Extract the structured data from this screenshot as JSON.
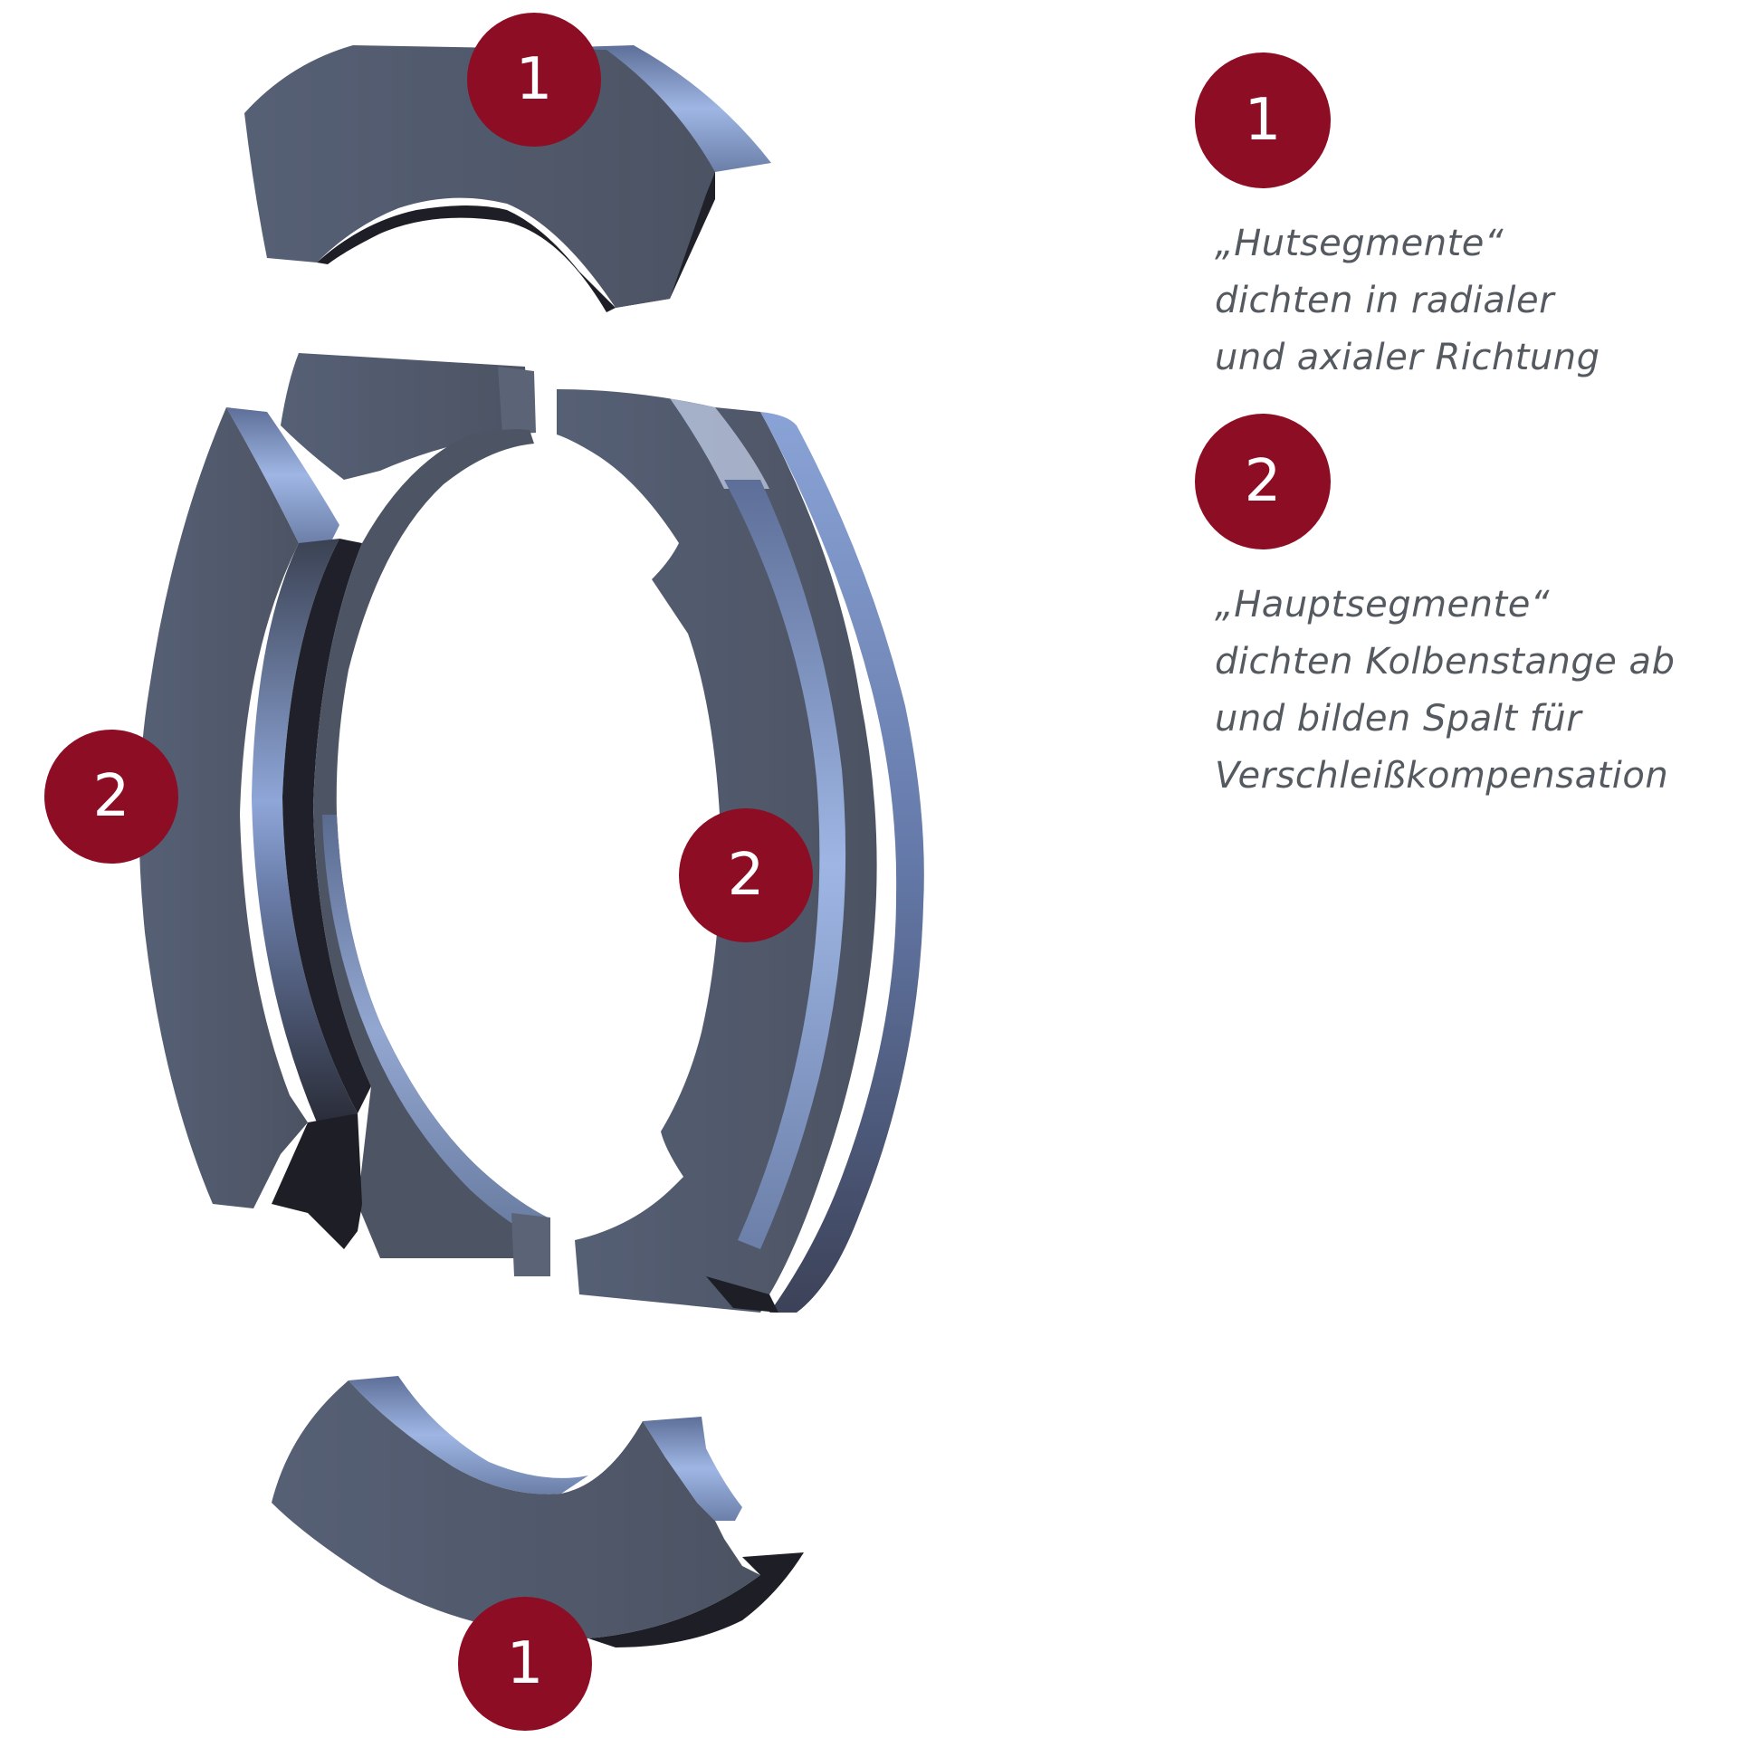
{
  "colors": {
    "badge": "#8d0d24",
    "segment_face": "#4f5666",
    "segment_highlight": "#8fa7d6",
    "segment_shadow": "#1e1f26",
    "text": "#555a60"
  },
  "callouts": {
    "hut_top": "1",
    "hut_bottom": "1",
    "haupt_left": "2",
    "haupt_right": "2"
  },
  "legend": {
    "items": [
      {
        "number": "1",
        "lines": [
          "„Hutsegmente“",
          "dichten in radialer",
          "und axialer Richtung"
        ]
      },
      {
        "number": "2",
        "lines": [
          "„Hauptsegmente“",
          "dichten Kolbenstange ab",
          "und bilden Spalt für",
          "Verschleißkompensation"
        ]
      }
    ]
  }
}
